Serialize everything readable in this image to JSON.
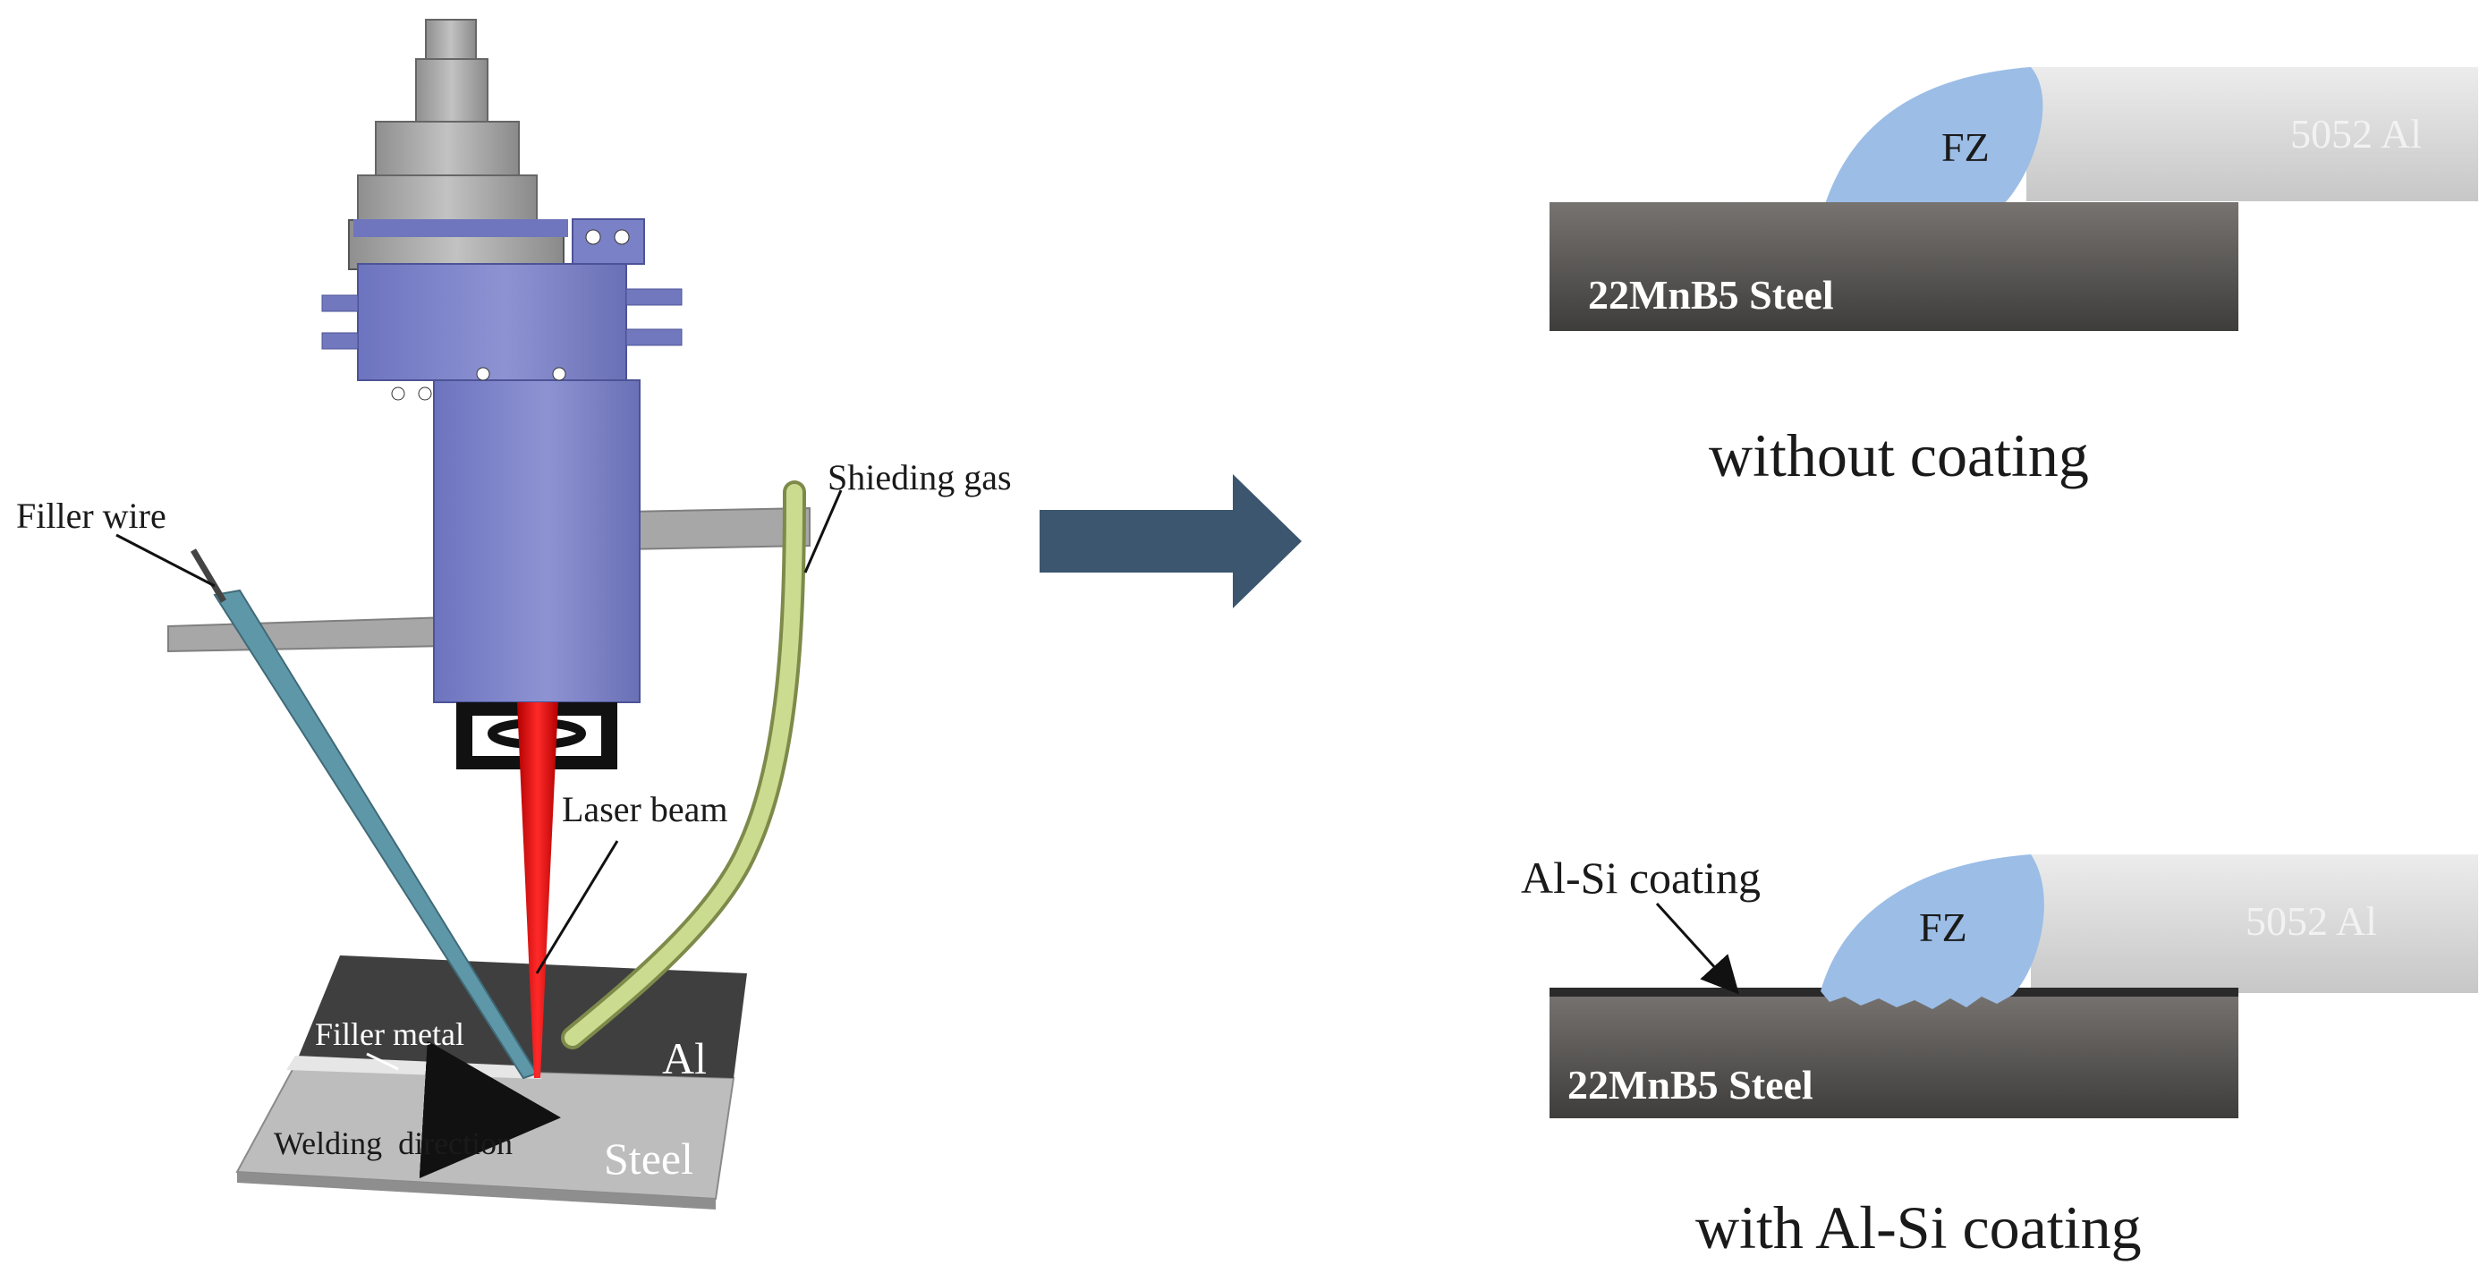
{
  "left_setup": {
    "labels": {
      "filler_wire": "Filler wire",
      "shielding_gas": "Shieding gas",
      "laser_beam": "Laser beam",
      "filler_metal": "Filler metal",
      "welding_direction": "Welding  direction",
      "al": "Al",
      "steel": "Steel"
    }
  },
  "top_joint": {
    "fz": "FZ",
    "al_plate": "5052 Al",
    "steel_plate": "22MnB5 Steel",
    "caption": "without coating"
  },
  "bottom_joint": {
    "fz": "FZ",
    "al_plate": "5052 Al",
    "steel_plate": "22MnB5 Steel",
    "coating_label": "Al-Si coating",
    "caption": "with Al-Si coating"
  },
  "colors": {
    "head_blue": "#7f86c8",
    "head_gray": "#a9a9a9",
    "laser_red": "#e01515",
    "wire_teal": "#5e98a8",
    "gas_tube_green": "#c7d68a",
    "arrow_navy": "#3b566e",
    "fz_blue": "#9bbde6",
    "steel_dark": "#6f6a67",
    "al_light": "#d5d5d5"
  }
}
